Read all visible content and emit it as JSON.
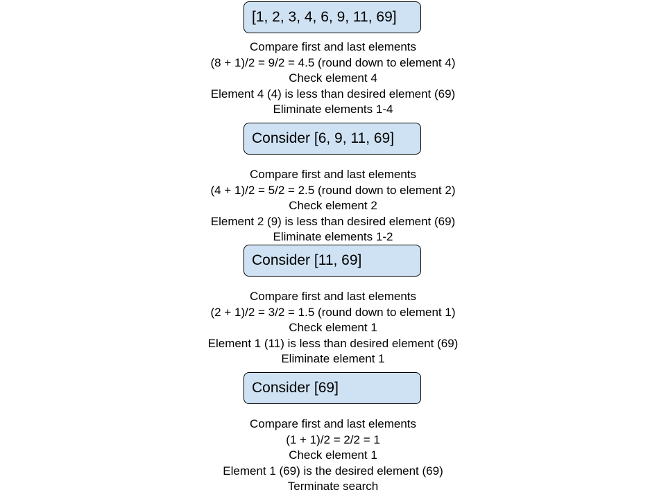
{
  "steps": [
    {
      "box_label": "[1, 2, 3, 4, 6, 9, 11, 69]",
      "notes": [
        "Compare first and last elements",
        "(8 + 1)/2 = 9/2 = 4.5 (round down to element 4)",
        "Check element 4",
        "Element 4 (4) is less than desired element (69)",
        "Eliminate elements 1-4"
      ]
    },
    {
      "box_label": "Consider [6, 9, 11, 69]",
      "notes": [
        "Compare first and last elements",
        "(4 + 1)/2 = 5/2 = 2.5 (round down to element 2)",
        "Check element 2",
        "Element 2 (9) is less than desired element (69)",
        "Eliminate elements 1-2"
      ]
    },
    {
      "box_label": "Consider [11, 69]",
      "notes": [
        "Compare first and last elements",
        "(2 + 1)/2 = 3/2 = 1.5 (round down to element 1)",
        "Check element 1",
        "Element 1 (11) is less than desired element (69)",
        "Eliminate element 1"
      ]
    },
    {
      "box_label": "Consider [69]",
      "notes": [
        "Compare first and last elements",
        "(1 + 1)/2 = 2/2 = 1",
        "Check element 1",
        "Element 1 (69) is the desired element (69)",
        "Terminate search"
      ]
    }
  ],
  "colors": {
    "box_fill": "#cfe2f3",
    "box_border": "#000000",
    "text": "#000000"
  }
}
